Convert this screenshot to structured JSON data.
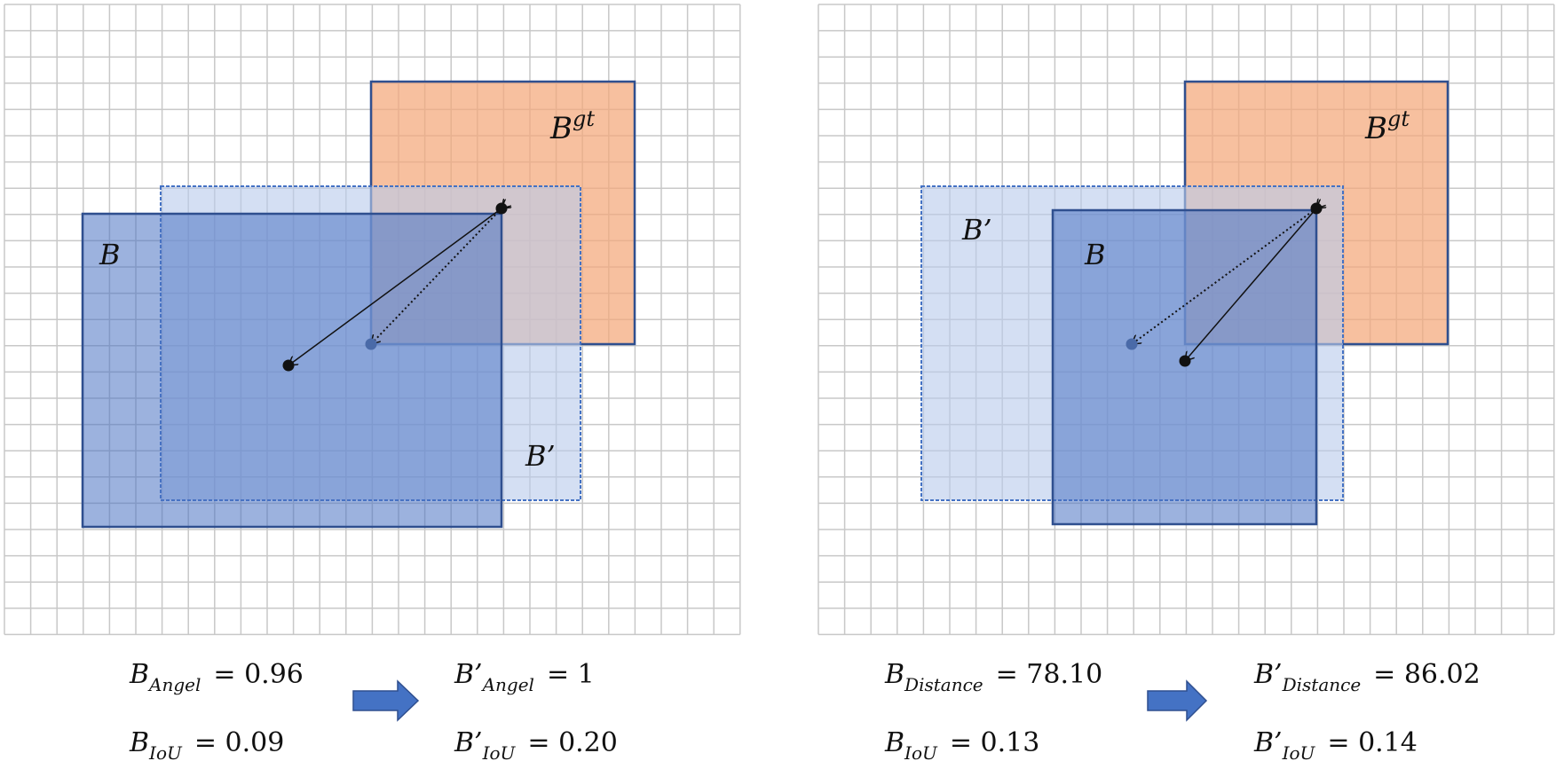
{
  "colors": {
    "grid": "#c8c8c8",
    "gt_fill": "#f4a77a",
    "box_fill": "#4a72c2",
    "box_prime_fill": "#b9cbeb",
    "box_stroke": "#2f4f8f",
    "arrow": "#4472c4",
    "point": "#111111"
  },
  "left_panel": {
    "label_gt_base": "B",
    "label_gt_sup": "gt",
    "label_b": "B",
    "label_b_prime": "B’",
    "eq1": {
      "base": "B",
      "sub": "Angel",
      "rhs": "= 0.96"
    },
    "eq2": {
      "base": "B",
      "sub": "IoU",
      "rhs": "= 0.09"
    },
    "eq3": {
      "base": "B’",
      "sub": "Angel",
      "rhs": "= 1"
    },
    "eq4": {
      "base": "B’",
      "sub": "IoU",
      "rhs": "= 0.20"
    }
  },
  "right_panel": {
    "label_gt_base": "B",
    "label_gt_sup": "gt",
    "label_b": "B",
    "label_b_prime": "B’",
    "eq1": {
      "base": "B",
      "sub": "Distance",
      "rhs": "= 78.10"
    },
    "eq2": {
      "base": "B",
      "sub": "IoU",
      "rhs": "= 0.13"
    },
    "eq3": {
      "base": "B’",
      "sub": "Distance",
      "rhs": "= 86.02"
    },
    "eq4": {
      "base": "B’",
      "sub": "IoU",
      "rhs": "= 0.14"
    }
  }
}
